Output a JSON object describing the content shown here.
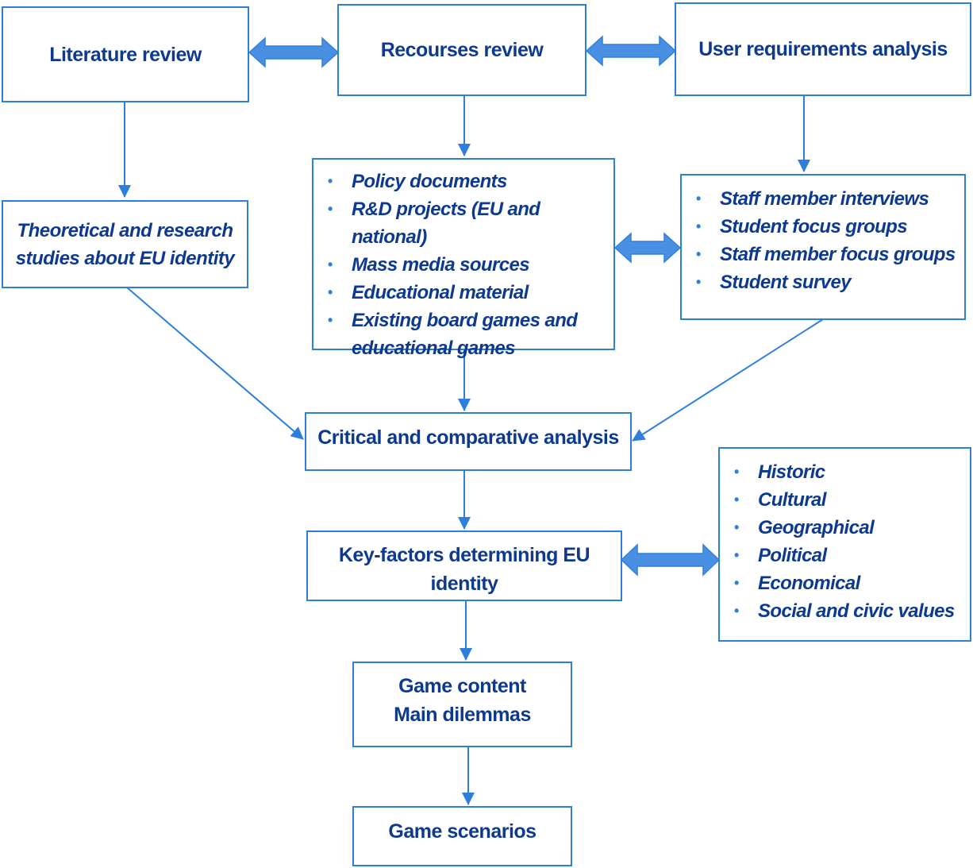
{
  "nodes": {
    "literature_review": "Literature review",
    "resources_review": "Recourses review",
    "user_requirements": "User requirements analysis",
    "theoretical_studies": [
      "Theoretical and research",
      "studies about EU identity"
    ],
    "critical_analysis": "Critical and comparative analysis",
    "key_factors": "Key-factors determining EU identity",
    "game_content": [
      "Game content",
      "Main dilemmas"
    ],
    "game_scenarios": "Game scenarios"
  },
  "lists": {
    "resources": [
      "Policy documents",
      "R&D projects (EU and national)",
      "Mass media sources",
      "Educational material",
      "Existing board games and",
      "educational games"
    ],
    "user_methods": [
      "Staff member interviews",
      "Student focus groups",
      "Staff member focus groups",
      "Student survey"
    ],
    "identity_factors": [
      "Historic",
      "Cultural",
      "Geographical",
      "Political",
      "Economical",
      "Social and civic values"
    ]
  },
  "colors": {
    "border": "#2e7fdc",
    "text": "#0d3a8e",
    "arrow": "#2e7fdc"
  }
}
